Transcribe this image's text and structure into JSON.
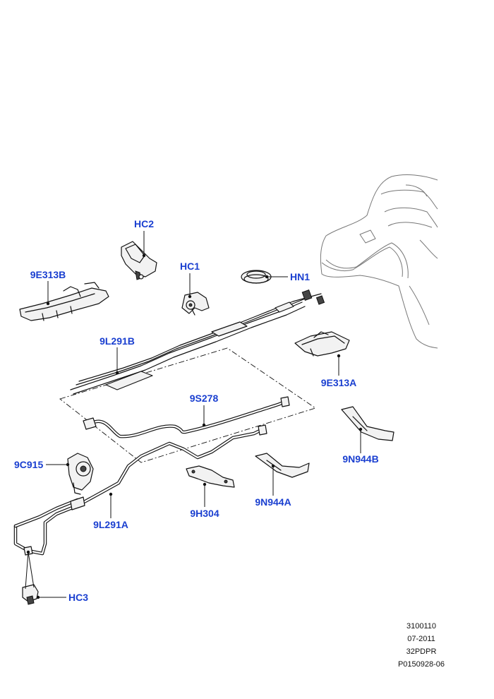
{
  "callouts": {
    "hc2": "HC2",
    "hc1": "HC1",
    "hn1": "HN1",
    "9e313b": "9E313B",
    "9l291b": "9L291B",
    "9e313a": "9E313A",
    "9s278": "9S278",
    "9c915": "9C915",
    "9n944b": "9N944B",
    "9h304": "9H304",
    "9n944a": "9N944A",
    "9l291a": "9L291A",
    "hc3": "HC3"
  },
  "footer": {
    "line1": "3100110",
    "line2": "07-2011",
    "line3": "32PDPR",
    "line4": "P0150928-06"
  },
  "colors": {
    "callout": "#1a3fd0",
    "line": "#111111",
    "tank": "#777777"
  }
}
